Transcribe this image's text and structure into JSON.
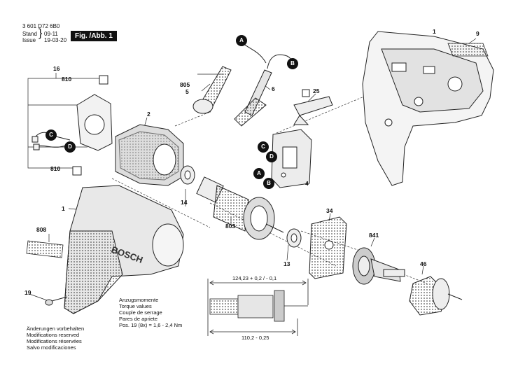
{
  "header": {
    "doc_number": "3 601 D72 6B0",
    "stand_label": "Stand",
    "issue_label": "Issue",
    "stand_date": "09-11",
    "issue_date": "19-03-20",
    "figure_label": "Fig. /Abb. 1"
  },
  "part_numbers": {
    "p1_top": "1",
    "p1_left": "1",
    "p2": "2",
    "p4": "4",
    "p5": "5",
    "p6": "6",
    "p9": "9",
    "p13": "13",
    "p14": "14",
    "p16": "16",
    "p19": "19",
    "p25": "25",
    "p34": "34",
    "p46": "46",
    "p803": "803",
    "p805": "805",
    "p808": "808",
    "p810_top": "810",
    "p810_bottom": "810",
    "p841": "841"
  },
  "connectors": {
    "a_top": "A",
    "b_top": "B",
    "c_left": "C",
    "d_left": "D",
    "c_right": "C",
    "d_right": "D",
    "a_right": "A",
    "b_right": "B"
  },
  "dimensions": {
    "top": "124,23 + 0,2 / - 0,1",
    "bottom": "110,2 - 0,25"
  },
  "torque_note": {
    "lines": [
      "Anzugsmomente",
      "Torque values",
      "Couple de serrage",
      "Pares de apriete",
      "Pos. 19 (8x) = 1,6 - 2,4 Nm"
    ]
  },
  "footer_note": {
    "lines": [
      "Änderungen vorbehalten",
      "Modifications reserved",
      "Modifications réservées",
      "Salvo modificaciones"
    ]
  },
  "brand_text": "BOSCH"
}
